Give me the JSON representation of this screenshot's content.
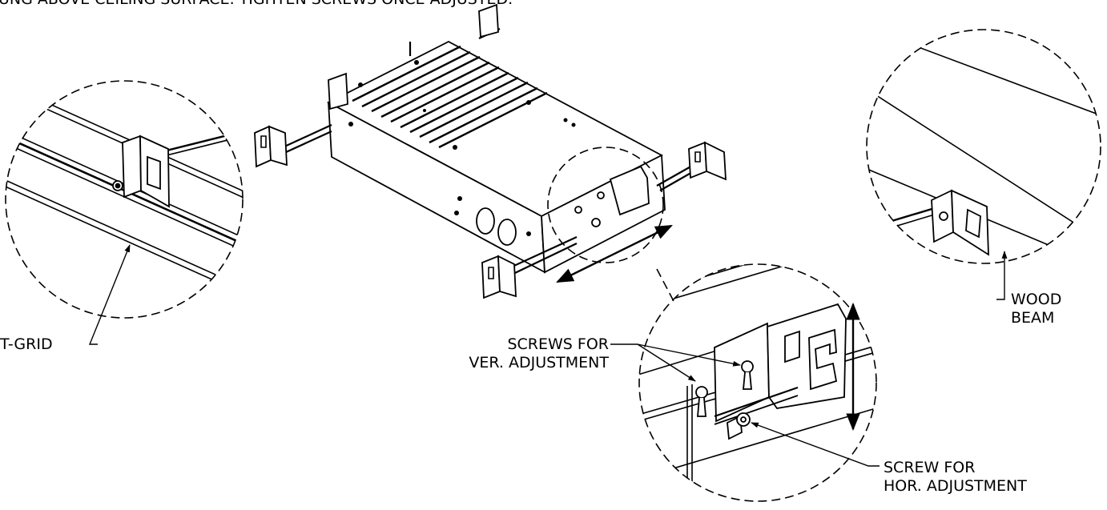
{
  "header": {
    "instruction": "UNG ABOVE CEILING SURFACE. TIGHTEN SCREWS ONCE ADJUSTED."
  },
  "labels": {
    "t_grid": "T-GRID",
    "wood_beam_line1": "WOOD",
    "wood_beam_line2": "BEAM",
    "screws_ver_line1": "SCREWS FOR",
    "screws_ver_line2": "VER. ADJUSTMENT",
    "screw_hor_line1": "SCREW FOR",
    "screw_hor_line2": "HOR. ADJUSTMENT"
  },
  "colors": {
    "ink": "#000000",
    "paper": "#ffffff"
  }
}
